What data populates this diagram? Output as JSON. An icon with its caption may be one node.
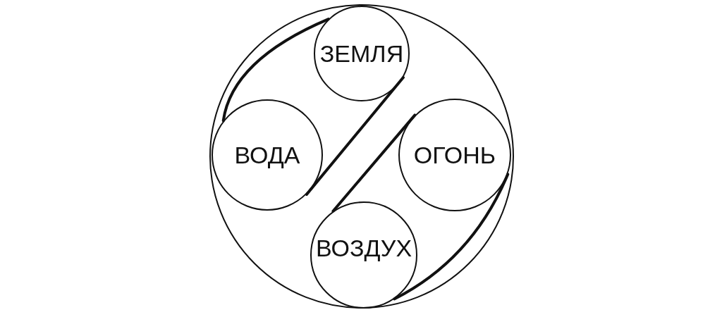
{
  "diagram": {
    "nodes": [
      {
        "text": [],
        "shape": "circle"
      },
      {
        "text": [
          "ЗЕМЛЯ"
        ],
        "in": 0
      },
      {
        "text": [
          "ВОДА"
        ],
        "in": 0
      },
      {
        "text": [
          "ОГОНЬ"
        ],
        "in": 0
      },
      {
        "text": [
          "ВОЗДУХ"
        ],
        "in": 0
      }
    ],
    "edges": [
      {
        "from": 1,
        "to": 2,
        "arrow": "none"
      },
      {
        "from": 1,
        "to": 2,
        "arrow": "none"
      },
      {
        "from": 3,
        "to": 4,
        "arrow": "none"
      },
      {
        "from": 3,
        "to": 4,
        "arrow": "none"
      }
    ]
  }
}
